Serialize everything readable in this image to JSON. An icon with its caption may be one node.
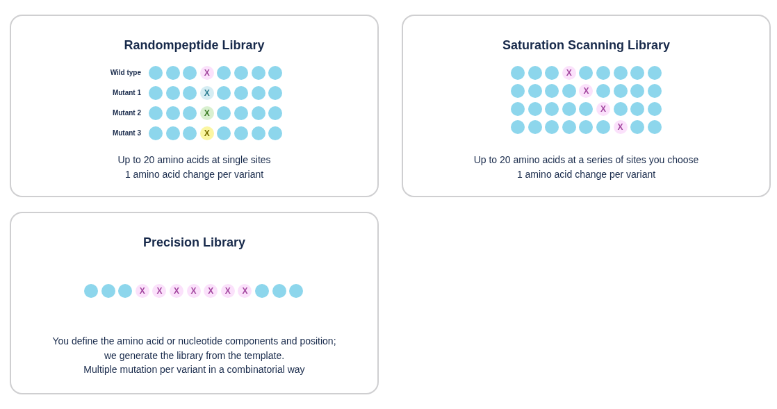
{
  "diagram": {
    "nodes": [
      {
        "text": [
          "Randompeptide Library",
          "Wild type",
          "Mutant 1",
          "Mutant 2",
          "Mutant 3",
          "Up to 20 amino acids at single sites",
          "1 amino acid change per variant"
        ]
      },
      {
        "text": [
          "Saturation Scanning Library",
          "Up to 20 amino acids at a series of sites you choose",
          "1 amino acid change per variant"
        ]
      },
      {
        "text": [
          "Precision Library",
          "You define the amino acid or nucleotide components and position; we generate the library from the template.",
          "Multiple mutation per variant in a combinatorial way"
        ]
      }
    ],
    "edges": [],
    "labels": [
      "X",
      "X",
      "X",
      "X",
      "X",
      "X",
      "X",
      "X",
      "X",
      "X",
      "X",
      "X",
      "X",
      "X",
      "X"
    ]
  }
}
